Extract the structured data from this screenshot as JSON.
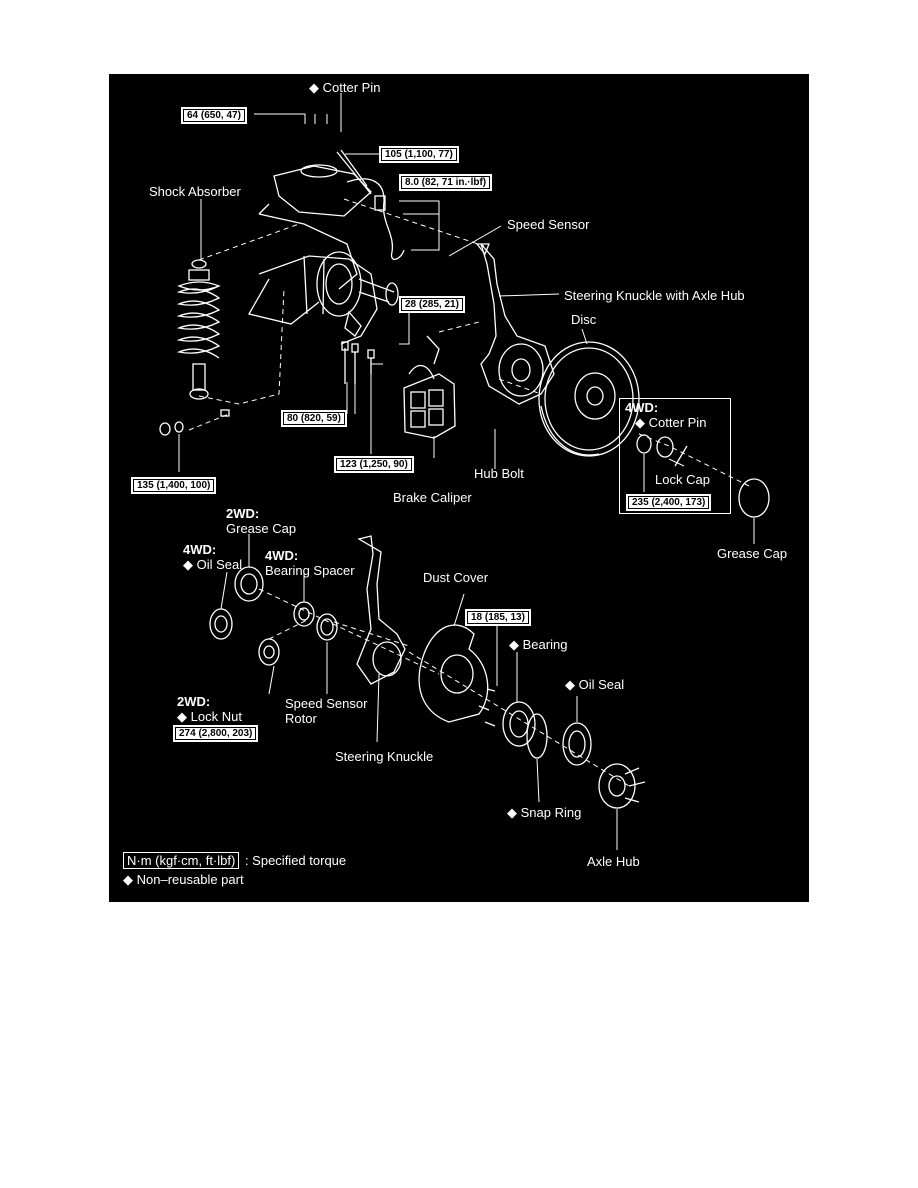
{
  "diamond": "◆",
  "labels": {
    "cotter_pin_top": "Cotter Pin",
    "shock_absorber": "Shock Absorber",
    "speed_sensor": "Speed Sensor",
    "steering_knuckle_axle_hub": "Steering Knuckle with Axle Hub",
    "disc": "Disc",
    "hub_bolt": "Hub Bolt",
    "brake_caliper": "Brake Caliper",
    "wd4_head": "4WD:",
    "wd4_cotter_pin": "Cotter Pin",
    "lock_cap": "Lock Cap",
    "grease_cap_right": "Grease Cap",
    "wd2_head_grease": "2WD:",
    "grease_cap_left": "Grease Cap",
    "wd4_head_oilseal": "4WD:",
    "oil_seal_left": "Oil Seal",
    "wd4_head_spacer": "4WD:",
    "bearing_spacer": "Bearing Spacer",
    "dust_cover": "Dust Cover",
    "bearing": "Bearing",
    "oil_seal_right": "Oil Seal",
    "wd2_head_locknut": "2WD:",
    "lock_nut": "Lock Nut",
    "speed_sensor_rotor_1": "Speed Sensor",
    "speed_sensor_rotor_2": "Rotor",
    "steering_knuckle": "Steering Knuckle",
    "snap_ring": "Snap Ring",
    "axle_hub": "Axle Hub"
  },
  "torques": {
    "t64": "64 (650, 47)",
    "t105": "105 (1,100, 77)",
    "t8": "8.0 (82, 71 in.·lbf)",
    "t28": "28 (285, 21)",
    "t80": "80 (820, 59)",
    "t123": "123 (1,250, 90)",
    "t135": "135 (1,400, 100)",
    "t235": "235 (2,400, 173)",
    "t18": "18 (185, 13)",
    "t274": "274 (2,800, 203)"
  },
  "legend": {
    "unit": "N·m (kgf·cm, ft·lbf)",
    "specified": ": Specified torque",
    "nonreusable": "Non–reusable part"
  }
}
